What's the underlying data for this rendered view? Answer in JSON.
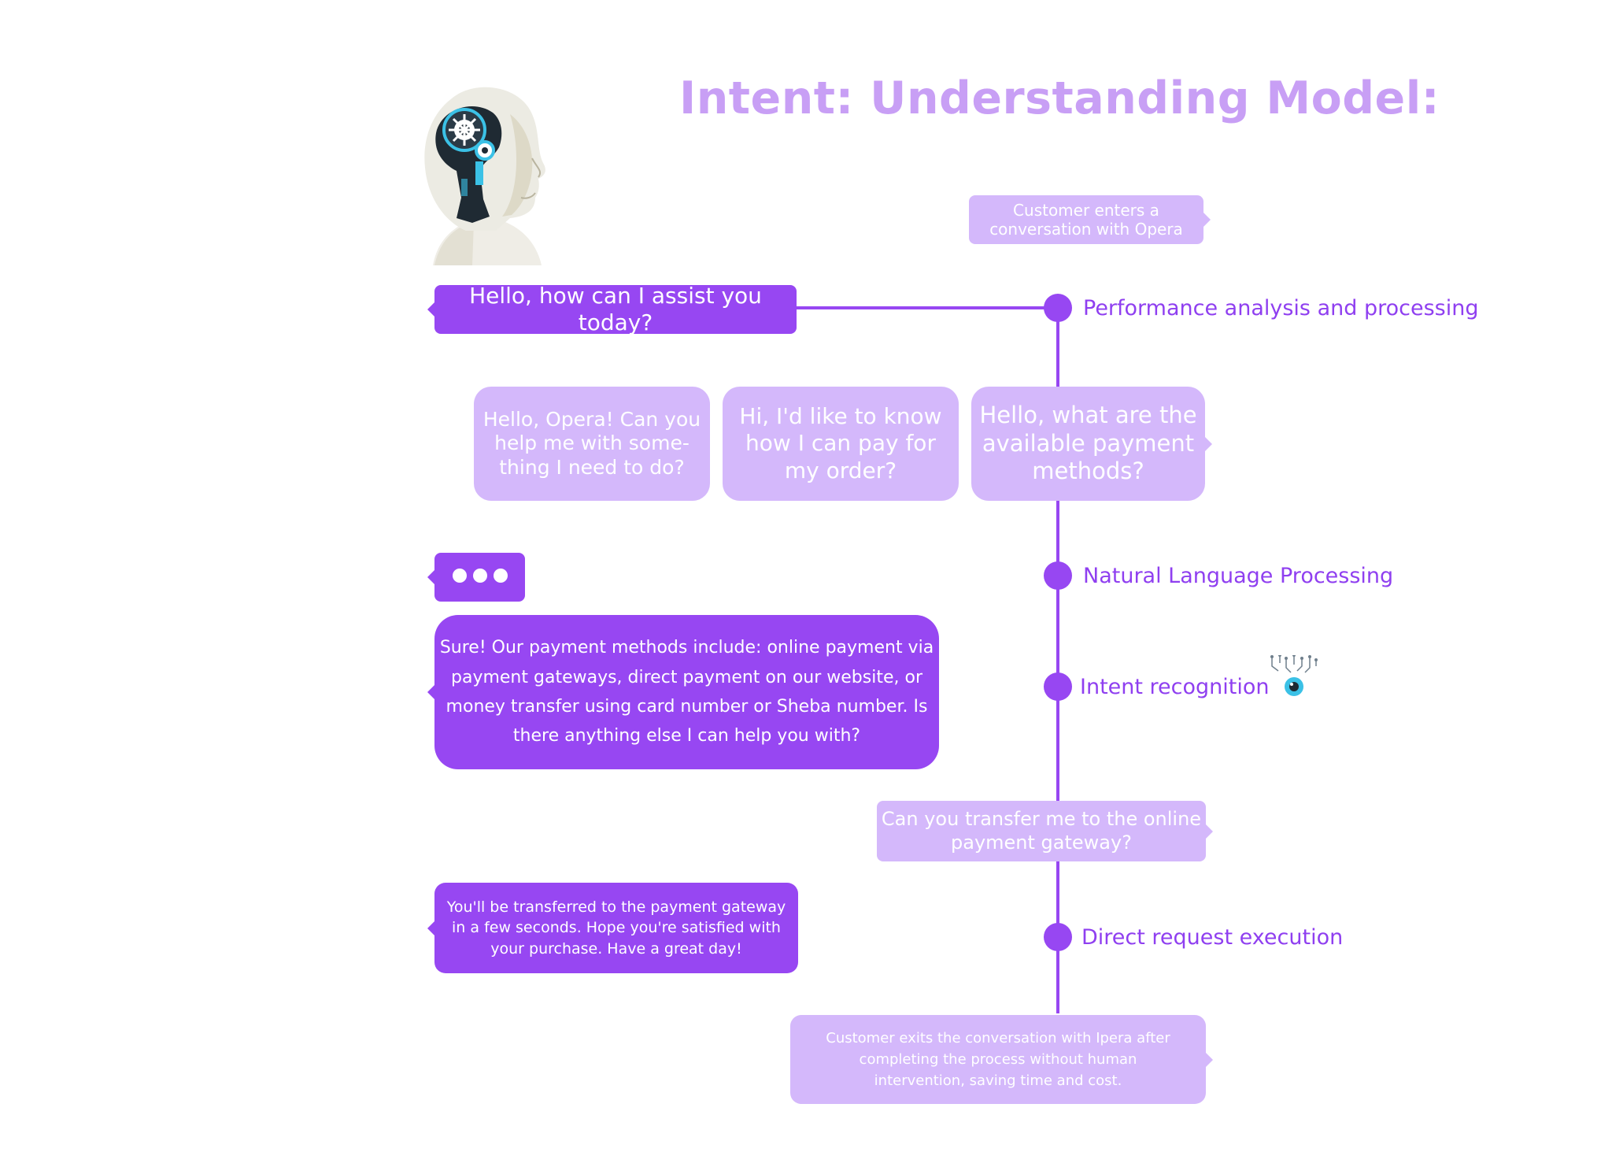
{
  "title": "Intent: Understanding Model:",
  "colors": {
    "title": "#c89ff5",
    "dark_bubble": "#9747f2",
    "light_bubble": "#d4b8fb",
    "stage_text": "#8f3ff0",
    "timeline": "#9747f2"
  },
  "icons": {
    "robot": "robot-head-icon",
    "intent": "eye-circuit-icon",
    "typing": "ellipsis-icon"
  },
  "bubbles": {
    "customer_enters": [
      "Customer enters a",
      "conversation with Opera"
    ],
    "bot_greeting": "Hello, how can I assist you today?",
    "user_option_1": [
      "Hello, Opera! Can you",
      "help me with some-",
      "thing I need to do?"
    ],
    "user_option_2": [
      "Hi, I'd like to know",
      "how I can pay for",
      "my order?"
    ],
    "user_option_3": [
      "Hello, what are the",
      "available payment",
      "methods?"
    ],
    "bot_answer": [
      "Sure! Our payment methods include: online payment via",
      "payment gateways, direct payment on our website, or",
      "money transfer using card number or Sheba number. Is",
      "there anything else I can help you with?"
    ],
    "user_transfer": [
      "Can you transfer me to the online",
      "payment gateway?"
    ],
    "bot_transfer": [
      "You'll be transferred to the payment gateway",
      "in a few seconds. Hope you're satisfied with",
      "your purchase. Have a great day!"
    ],
    "customer_exits": [
      "Customer exits the conversation with Ipera after",
      "completing the process without human",
      "intervention, saving time and cost."
    ]
  },
  "stages": {
    "performance": "Performance analysis and processing",
    "nlp": "Natural Language Processing",
    "intent": "Intent recognition",
    "direct": "Direct request execution"
  }
}
